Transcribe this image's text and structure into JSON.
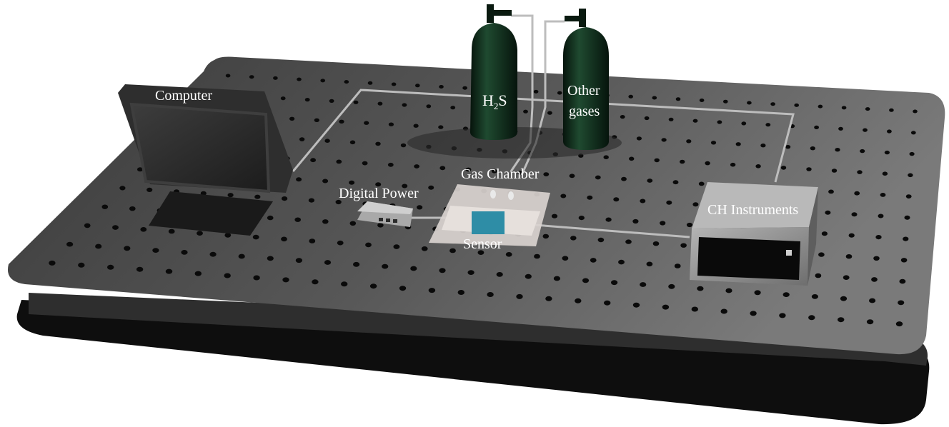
{
  "labels": {
    "computer": "Computer",
    "h2s_main": "H",
    "h2s_sub": "2",
    "h2s_tail": "S",
    "other_line1": "Other",
    "other_line2": "gases",
    "gas_chamber": "Gas Chamber",
    "digital_power": "Digital Power",
    "sensor": "Sensor",
    "ch_instruments": "CH Instruments"
  },
  "colors": {
    "table_top": "#4a4a4a",
    "table_edge": "#0e0e0e",
    "holes": "#0a0a0a",
    "cylinder": "#0f2a1a",
    "tubing": "#bdbdbd",
    "chamber": "#d9d3cf",
    "sensor": "#2e8da6",
    "instrument": "#8c8c8c",
    "text": "#ffffff"
  }
}
